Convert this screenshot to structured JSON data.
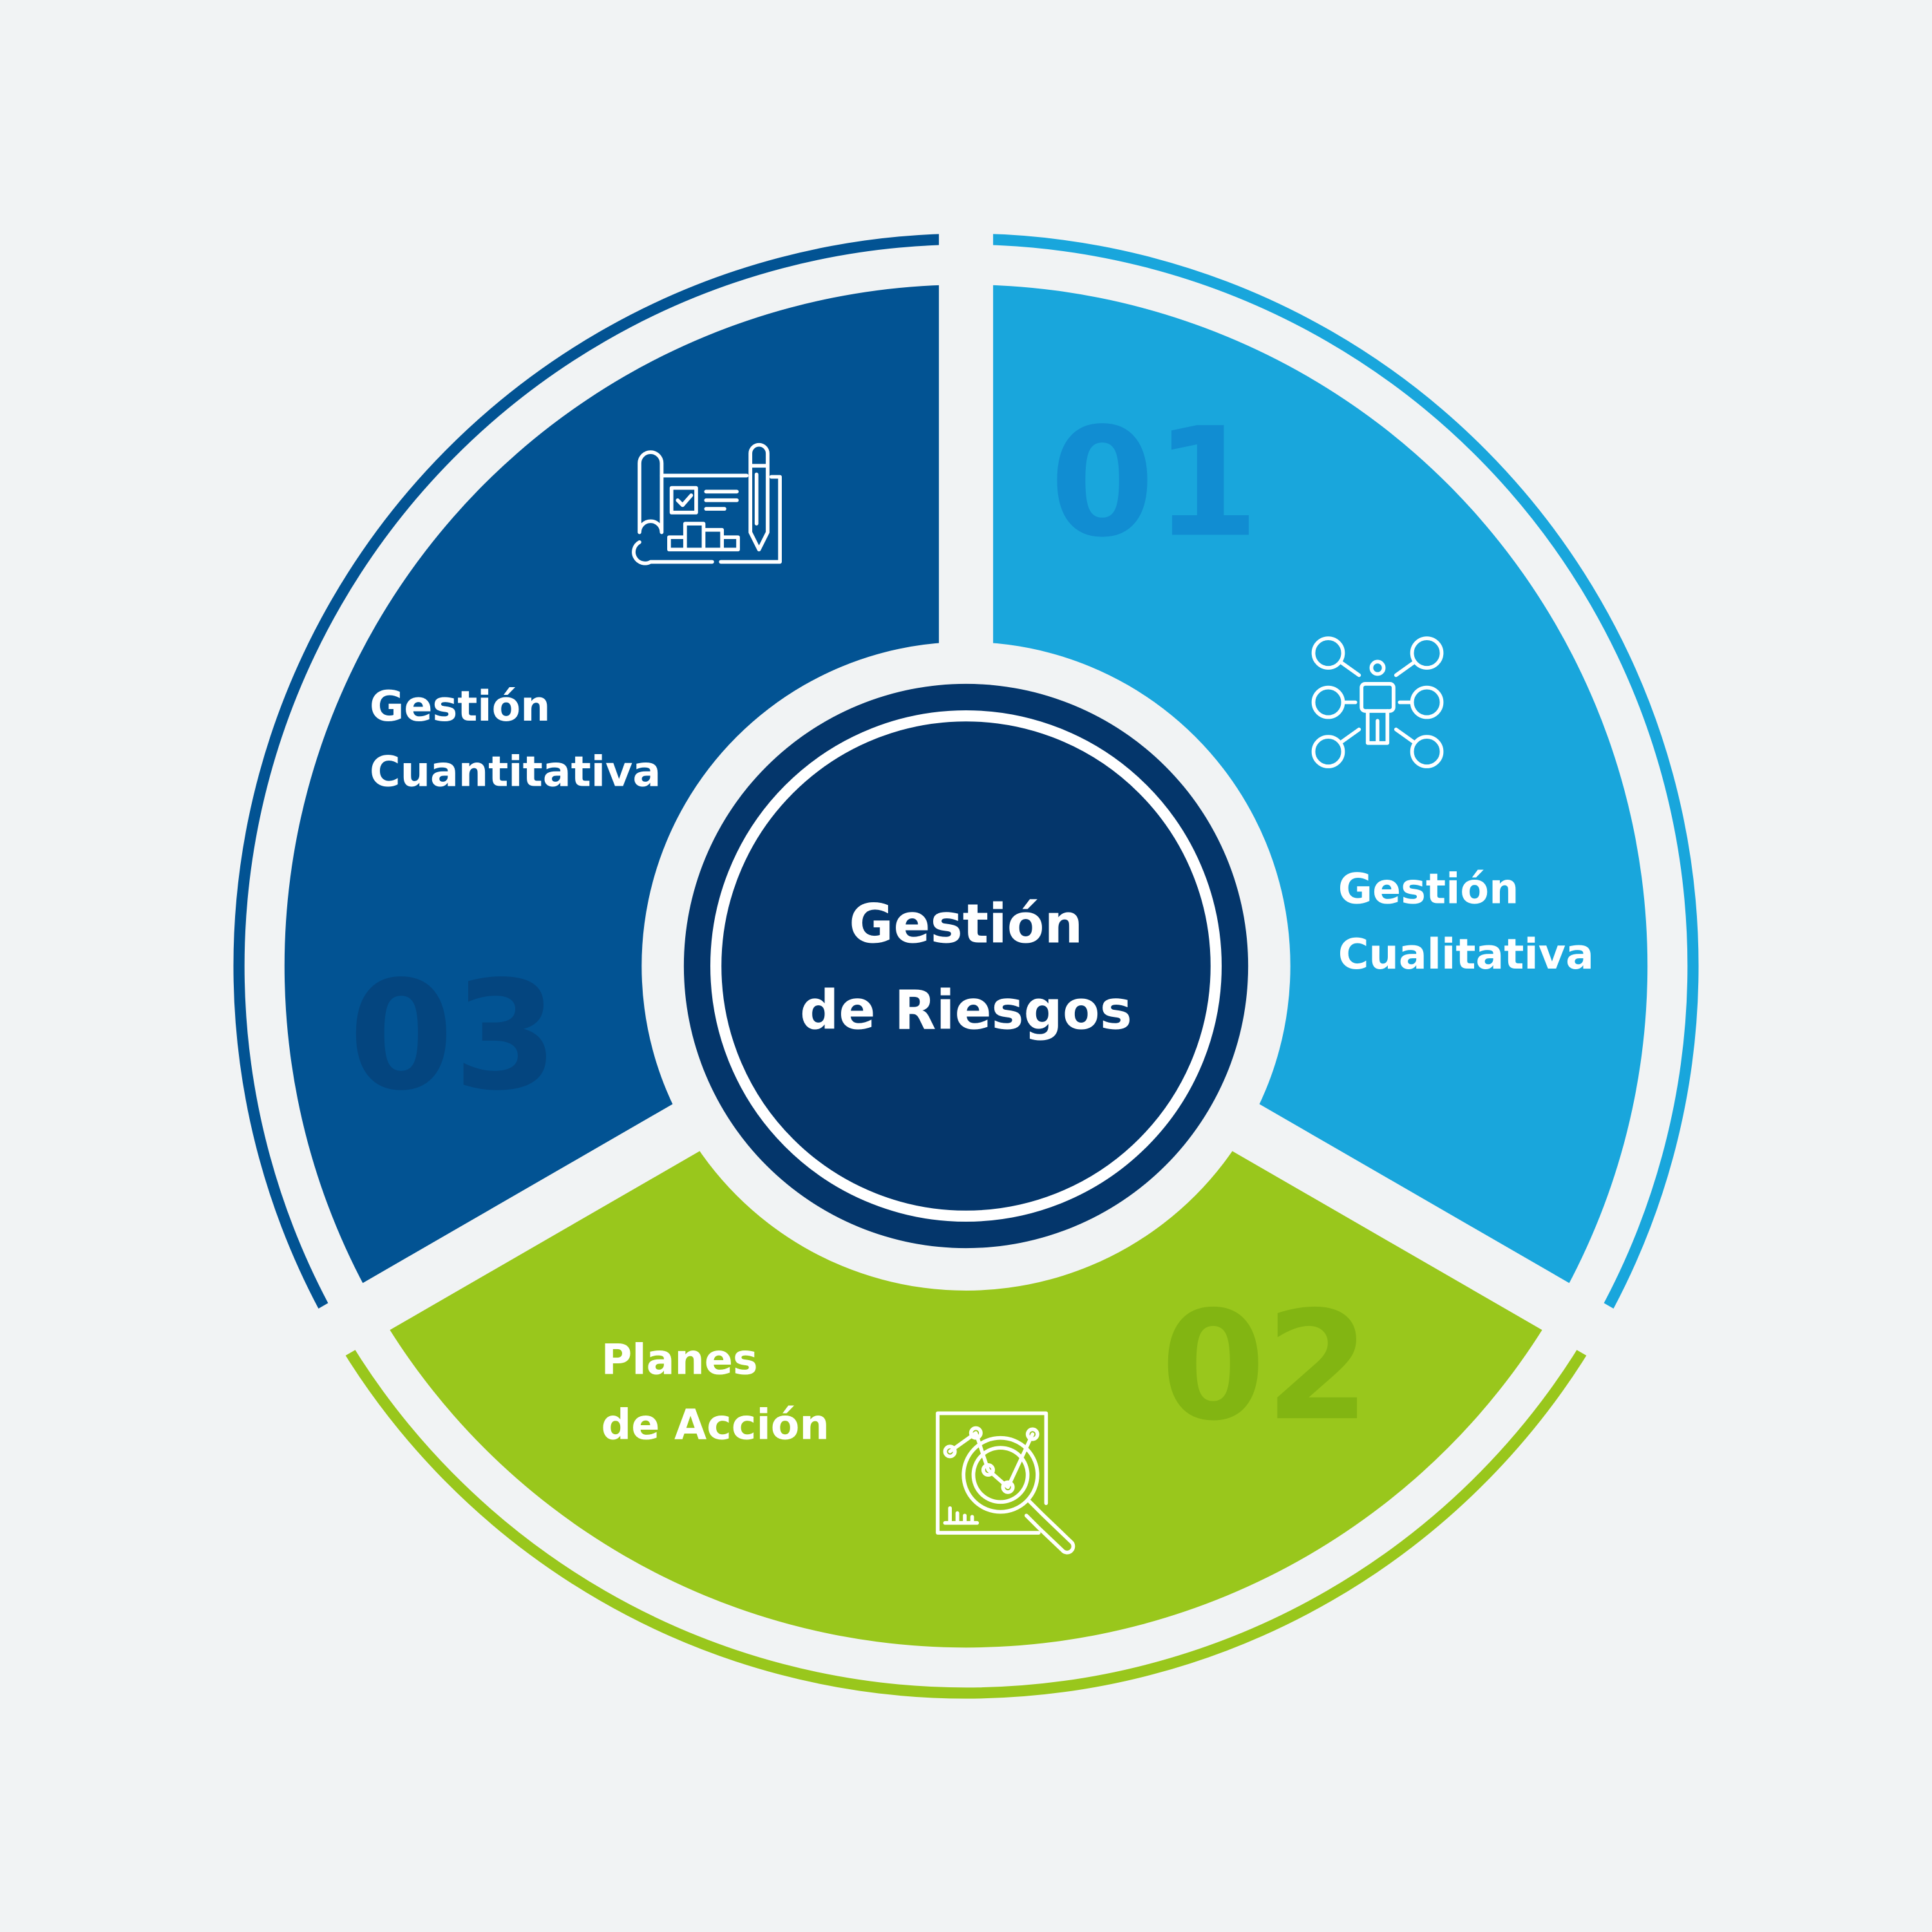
{
  "center": {
    "line1": "Gestión",
    "line2": "de Riesgos"
  },
  "segments": [
    {
      "number": "01",
      "line1": "Gestión",
      "line2": "Cualitativa",
      "icon": "network-person-icon",
      "color": "#19a6dc",
      "number_color": "#118dd2"
    },
    {
      "number": "02",
      "line1": "Planes",
      "line2": "de Acción",
      "icon": "analytics-magnifier-icon",
      "color": "#99c71c",
      "number_color": "#82b512"
    },
    {
      "number": "03",
      "line1": "Gestión",
      "line2": "Cuantitativa",
      "icon": "blueprint-plan-icon",
      "color": "#025393",
      "number_color": "#04457f"
    }
  ],
  "colors": {
    "background": "#f1f3f4",
    "center": "#04366b"
  }
}
